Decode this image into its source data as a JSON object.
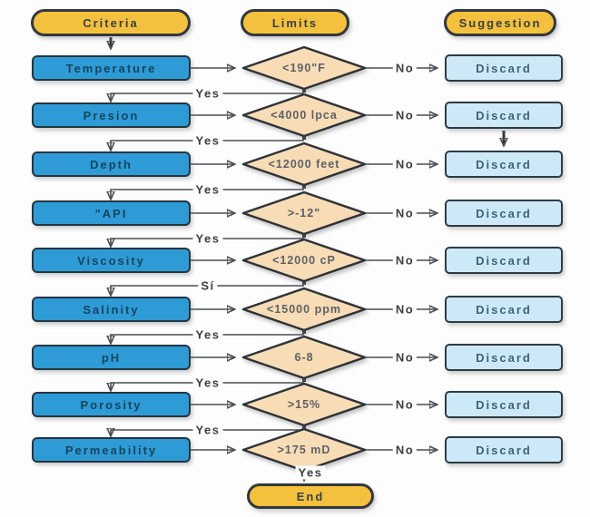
{
  "headers": {
    "criteria": "Criteria",
    "limits": "Limits",
    "suggestion": "Suggestion"
  },
  "rows": [
    {
      "criteria": "Temperature",
      "limit": "<190\"F",
      "yes": "Yes",
      "no": "No",
      "suggestion": "Discard"
    },
    {
      "criteria": "Presion",
      "limit": "<4000 lpca",
      "yes": "Yes",
      "no": "No",
      "suggestion": "Discard"
    },
    {
      "criteria": "Depth",
      "limit": "<12000 feet",
      "yes": "Yes",
      "no": "No",
      "suggestion": "Discard"
    },
    {
      "criteria": "\"API",
      "limit": ">-12\"",
      "yes": "Yes",
      "no": "No",
      "suggestion": "Discard"
    },
    {
      "criteria": "Viscosity",
      "limit": "<12000 cP",
      "yes": "Sí",
      "no": "No",
      "suggestion": "Discard"
    },
    {
      "criteria": "Salinity",
      "limit": "<15000 ppm",
      "yes": "Yes",
      "no": "No",
      "suggestion": "Discard"
    },
    {
      "criteria": "pH",
      "limit": "6-8",
      "yes": "Yes",
      "no": "No",
      "suggestion": "Discard"
    },
    {
      "criteria": "Porosity",
      "limit": ">15%",
      "yes": "Yes",
      "no": "No",
      "suggestion": "Discard"
    },
    {
      "criteria": "Permeability",
      "limit": ">175 mD",
      "yes": "Yes",
      "no": "No",
      "suggestion": "Discard"
    }
  ],
  "end": {
    "label": "End"
  },
  "colors": {
    "terminal_fill": "#F3C13E",
    "criteria_fill": "#2E9BD6",
    "limit_fill": "#F8DCB6",
    "suggestion_fill": "#CDE9F8",
    "outline": "#2e3b44",
    "connector": "#4a4f54",
    "background": "#fdfdfd"
  }
}
